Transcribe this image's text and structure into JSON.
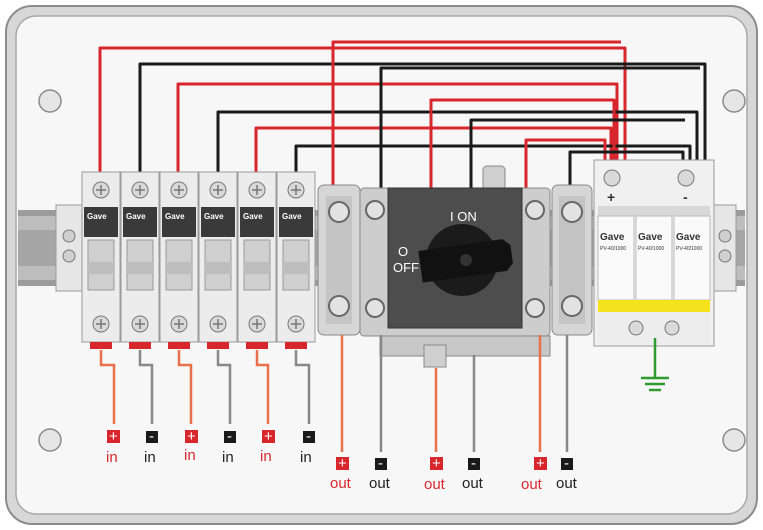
{
  "switch": {
    "on_label": "I ON",
    "off_label_o": "O",
    "off_label": "OFF"
  },
  "fuse_brand": "Gave",
  "spd": {
    "brand": "Gave",
    "model": "PV-40/1000",
    "plus": "+",
    "minus": "-"
  },
  "inputs": [
    {
      "label": "in",
      "polarity": "+"
    },
    {
      "label": "in",
      "polarity": "-"
    },
    {
      "label": "in",
      "polarity": "+"
    },
    {
      "label": "in",
      "polarity": "-"
    },
    {
      "label": "in",
      "polarity": "+"
    },
    {
      "label": "in",
      "polarity": "-"
    }
  ],
  "outputs": [
    {
      "label": "out",
      "polarity": "+"
    },
    {
      "label": "out",
      "polarity": "-"
    },
    {
      "label": "out",
      "polarity": "+"
    },
    {
      "label": "out",
      "polarity": "-"
    },
    {
      "label": "out",
      "polarity": "+"
    },
    {
      "label": "out",
      "polarity": "-"
    }
  ],
  "colors": {
    "positive": "#d8262d",
    "negative": "#1a1a1a",
    "input_positive_lead": "#e8704a",
    "input_negative_lead": "#888888",
    "ground": "#2e9b2e",
    "spd_stripe": "#f3e21c",
    "enclosure": "#f7f7f7"
  },
  "icons": {
    "ground": "ground-symbol-icon",
    "screw": "screw-icon"
  }
}
